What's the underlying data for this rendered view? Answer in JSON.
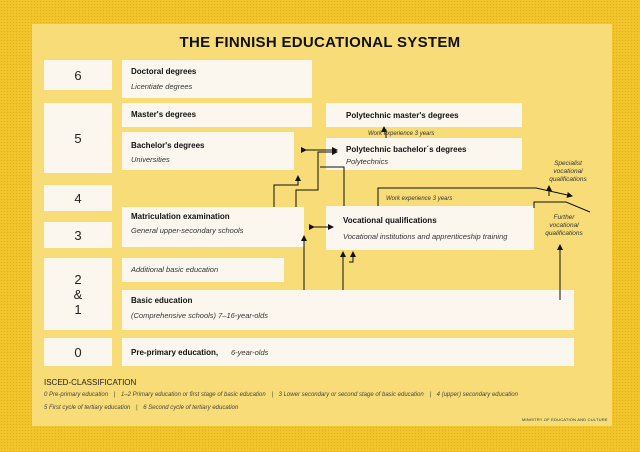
{
  "title": "THE FINNISH EDUCATIONAL SYSTEM",
  "levels": [
    "6",
    "5",
    "4",
    "3",
    "2\n&\n1",
    "0"
  ],
  "doctoral": {
    "title": "Doctoral degrees",
    "subtitle": "Licentiate degrees"
  },
  "masters": {
    "title": "Master's degrees"
  },
  "bachelors": {
    "title": "Bachelor's degrees",
    "subtitle": "Universities"
  },
  "poly_masters": {
    "title": "Polytechnic master's degrees"
  },
  "poly_bachelors": {
    "title": "Polytechnic bachelor´s degrees",
    "subtitle": "Polytechnics"
  },
  "matriculation": {
    "title": "Matriculation examination",
    "subtitle": "General upper-secondary schools"
  },
  "vocational": {
    "title": "Vocational qualifications",
    "subtitle": "Vocational institutions and apprenticeship training"
  },
  "additional": {
    "subtitle": "Additional basic education"
  },
  "basic": {
    "title": "Basic education",
    "subtitle": "(Comprehensive schools) 7–16-year-olds"
  },
  "preprimary": {
    "title": "Pre-primary education,",
    "subtitle": "6-year-olds"
  },
  "notes": {
    "work_exp_upper": "Work experience 3 years",
    "work_exp_lower": "Work experience 3 years"
  },
  "side_labels": {
    "specialist": "Specialist\nvocational\nqualifications",
    "further": "Further\nvocational\nqualifications"
  },
  "isced": {
    "title": "ISCED-CLASSIFICATION",
    "row1": [
      "0  Pre-primary education",
      "1–2 Primary education or first stage of basic education",
      "3 Lower secondary or second stage of basic education",
      "4 (upper) secondary education"
    ],
    "row2": [
      "5  First cycle of tertiary education",
      "6 Second cycle of tertiary education"
    ]
  },
  "footer": "MINISTRY OF EDUCATION AND CULTURE"
}
